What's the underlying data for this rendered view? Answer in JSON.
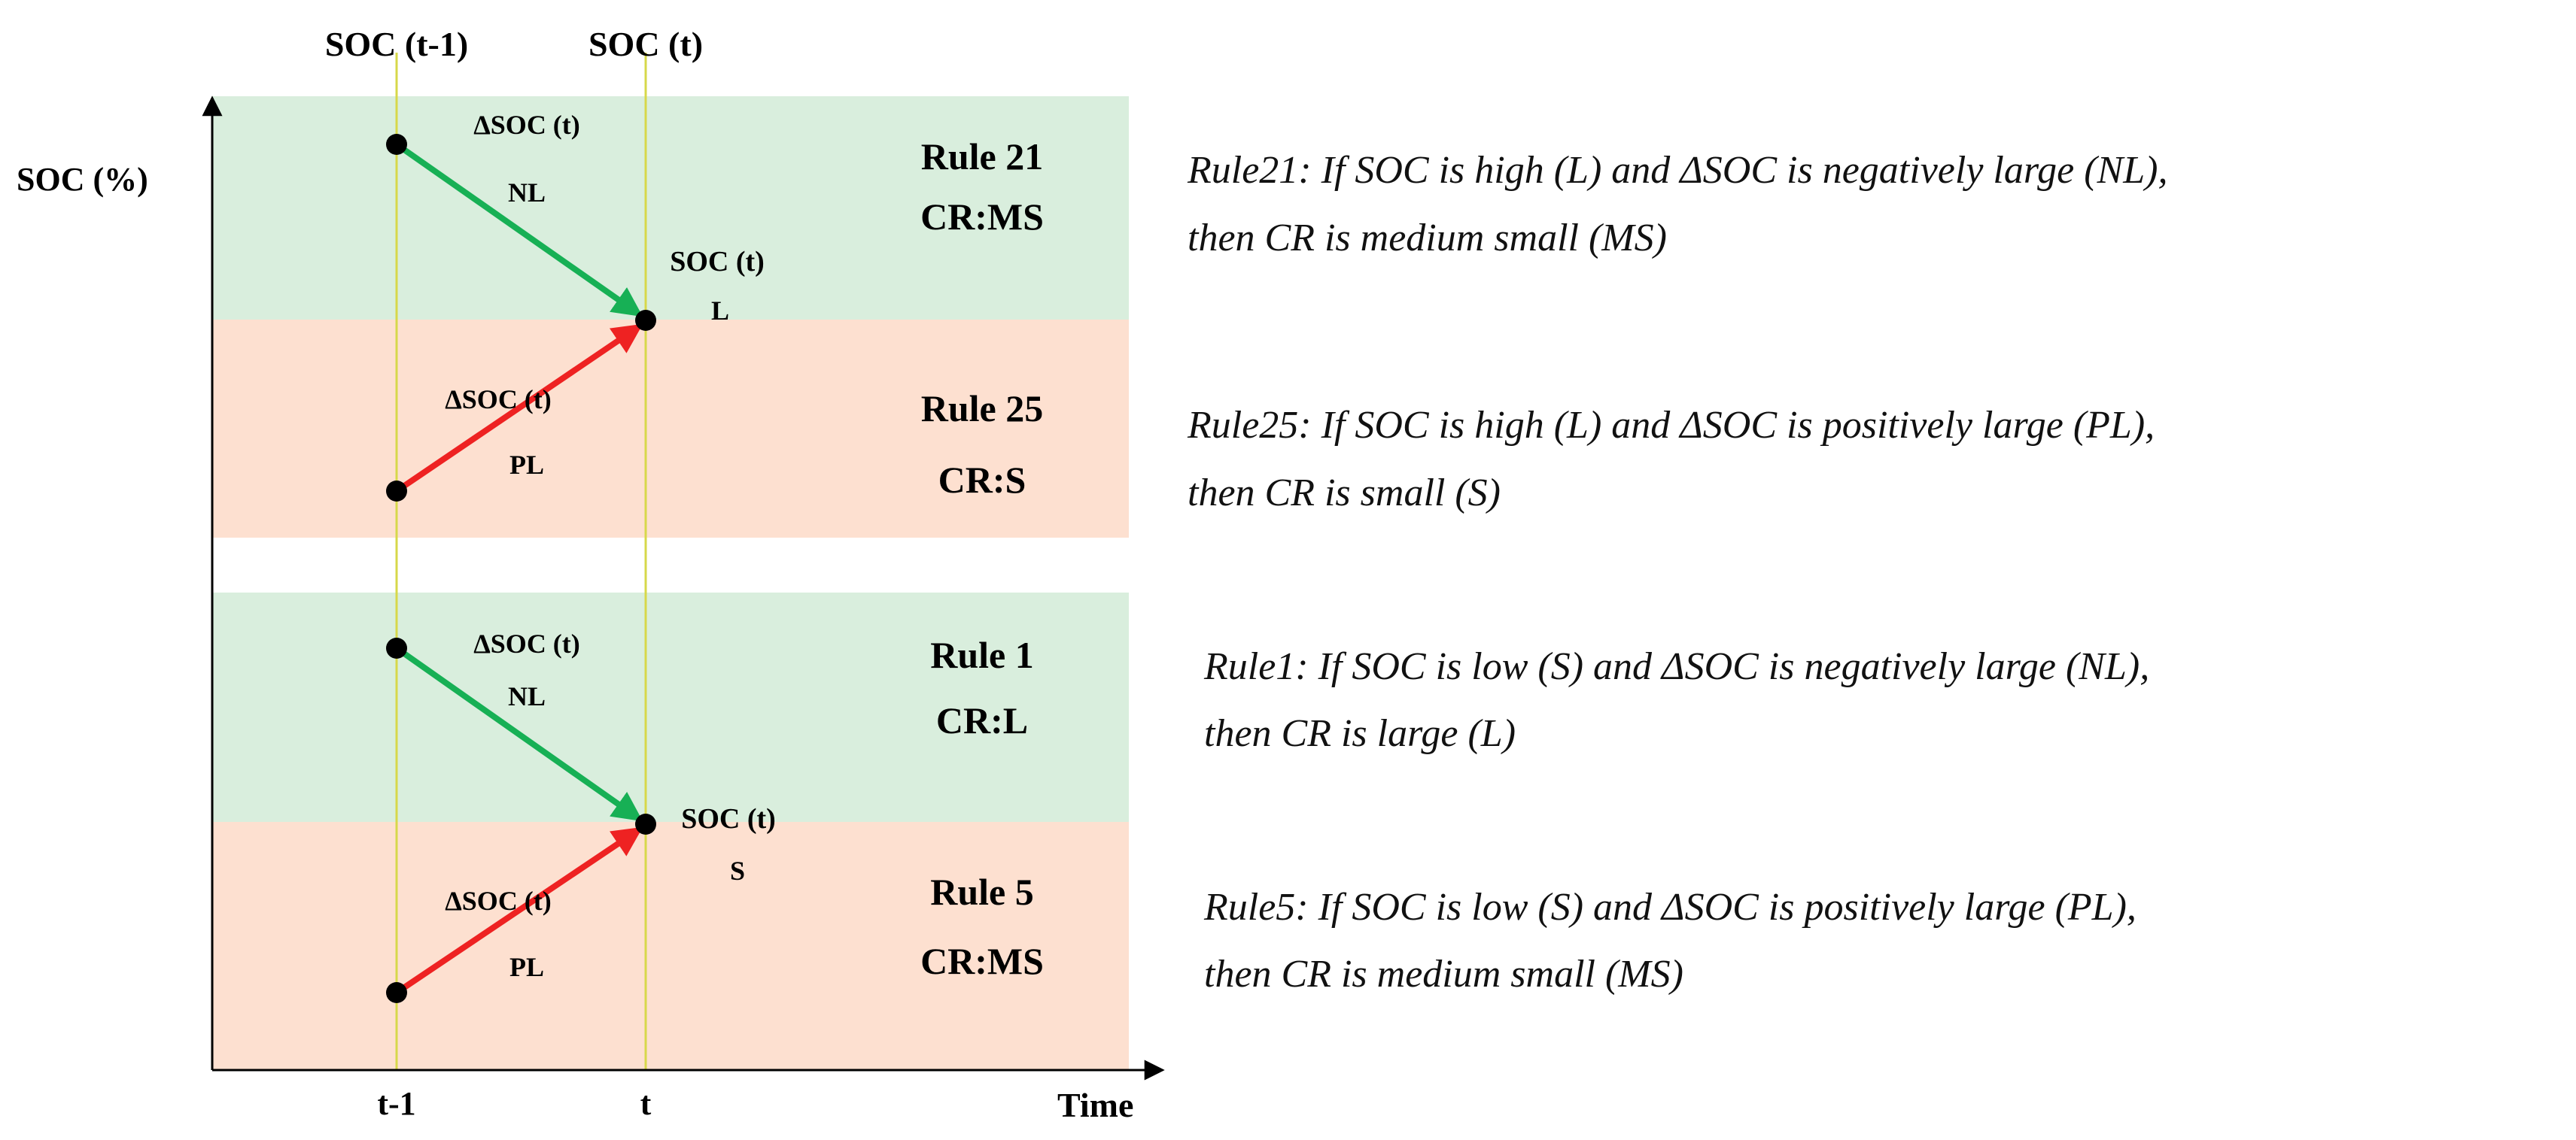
{
  "axes": {
    "y_label": "SOC (%)",
    "x_label": "Time",
    "tick_prev": "t-1",
    "tick_curr": "t",
    "top_label_prev": "SOC (t-1)",
    "top_label_curr": "SOC (t)"
  },
  "bands": {
    "colors": {
      "green": "#d9eedd",
      "orange": "#fde0d0"
    }
  },
  "arrows": {
    "colors": {
      "decrease": "#17b055",
      "increase": "#ee2222"
    }
  },
  "panels": [
    {
      "id": "rule-21",
      "rule_title": "Rule 21",
      "rule_cr": "CR:MS",
      "arrow_label": "ΔSOC (t)",
      "arrow_class": "NL",
      "soc_label": "SOC (t)",
      "soc_class": "L",
      "description_line1": "Rule21: If SOC is high (L) and ΔSOC is negatively large (NL),",
      "description_line2": "then CR is medium small (MS)"
    },
    {
      "id": "rule-25",
      "rule_title": "Rule 25",
      "rule_cr": "CR:S",
      "arrow_label": "ΔSOC (t)",
      "arrow_class": "PL",
      "description_line1": "Rule25: If SOC is high (L) and ΔSOC is positively large (PL),",
      "description_line2": "then CR is small (S)"
    },
    {
      "id": "rule-1",
      "rule_title": "Rule 1",
      "rule_cr": "CR:L",
      "arrow_label": "ΔSOC (t)",
      "arrow_class": "NL",
      "soc_label": "SOC (t)",
      "soc_class": "S",
      "description_line1": "Rule1: If SOC is low (S) and ΔSOC is negatively large (NL),",
      "description_line2": "then CR is large (L)"
    },
    {
      "id": "rule-5",
      "rule_title": "Rule 5",
      "rule_cr": "CR:MS",
      "arrow_label": "ΔSOC (t)",
      "arrow_class": "PL",
      "description_line1": "Rule5: If SOC is low (S) and ΔSOC is positively large (PL),",
      "description_line2": "then CR is medium small (MS)"
    }
  ]
}
